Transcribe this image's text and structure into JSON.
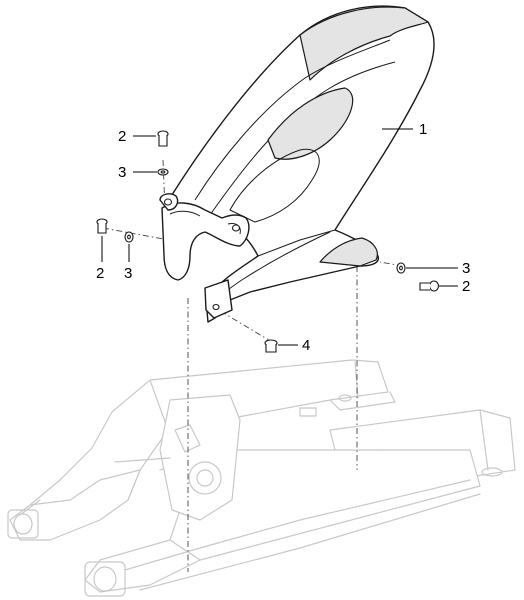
{
  "callouts": [
    {
      "id": "c1",
      "text": "1"
    },
    {
      "id": "c2a",
      "text": "2"
    },
    {
      "id": "c3a",
      "text": "3"
    },
    {
      "id": "c2b",
      "text": "2"
    },
    {
      "id": "c3b",
      "text": "3"
    },
    {
      "id": "c3c",
      "text": "3"
    },
    {
      "id": "c2c",
      "text": "2"
    },
    {
      "id": "c4",
      "text": "4"
    }
  ]
}
